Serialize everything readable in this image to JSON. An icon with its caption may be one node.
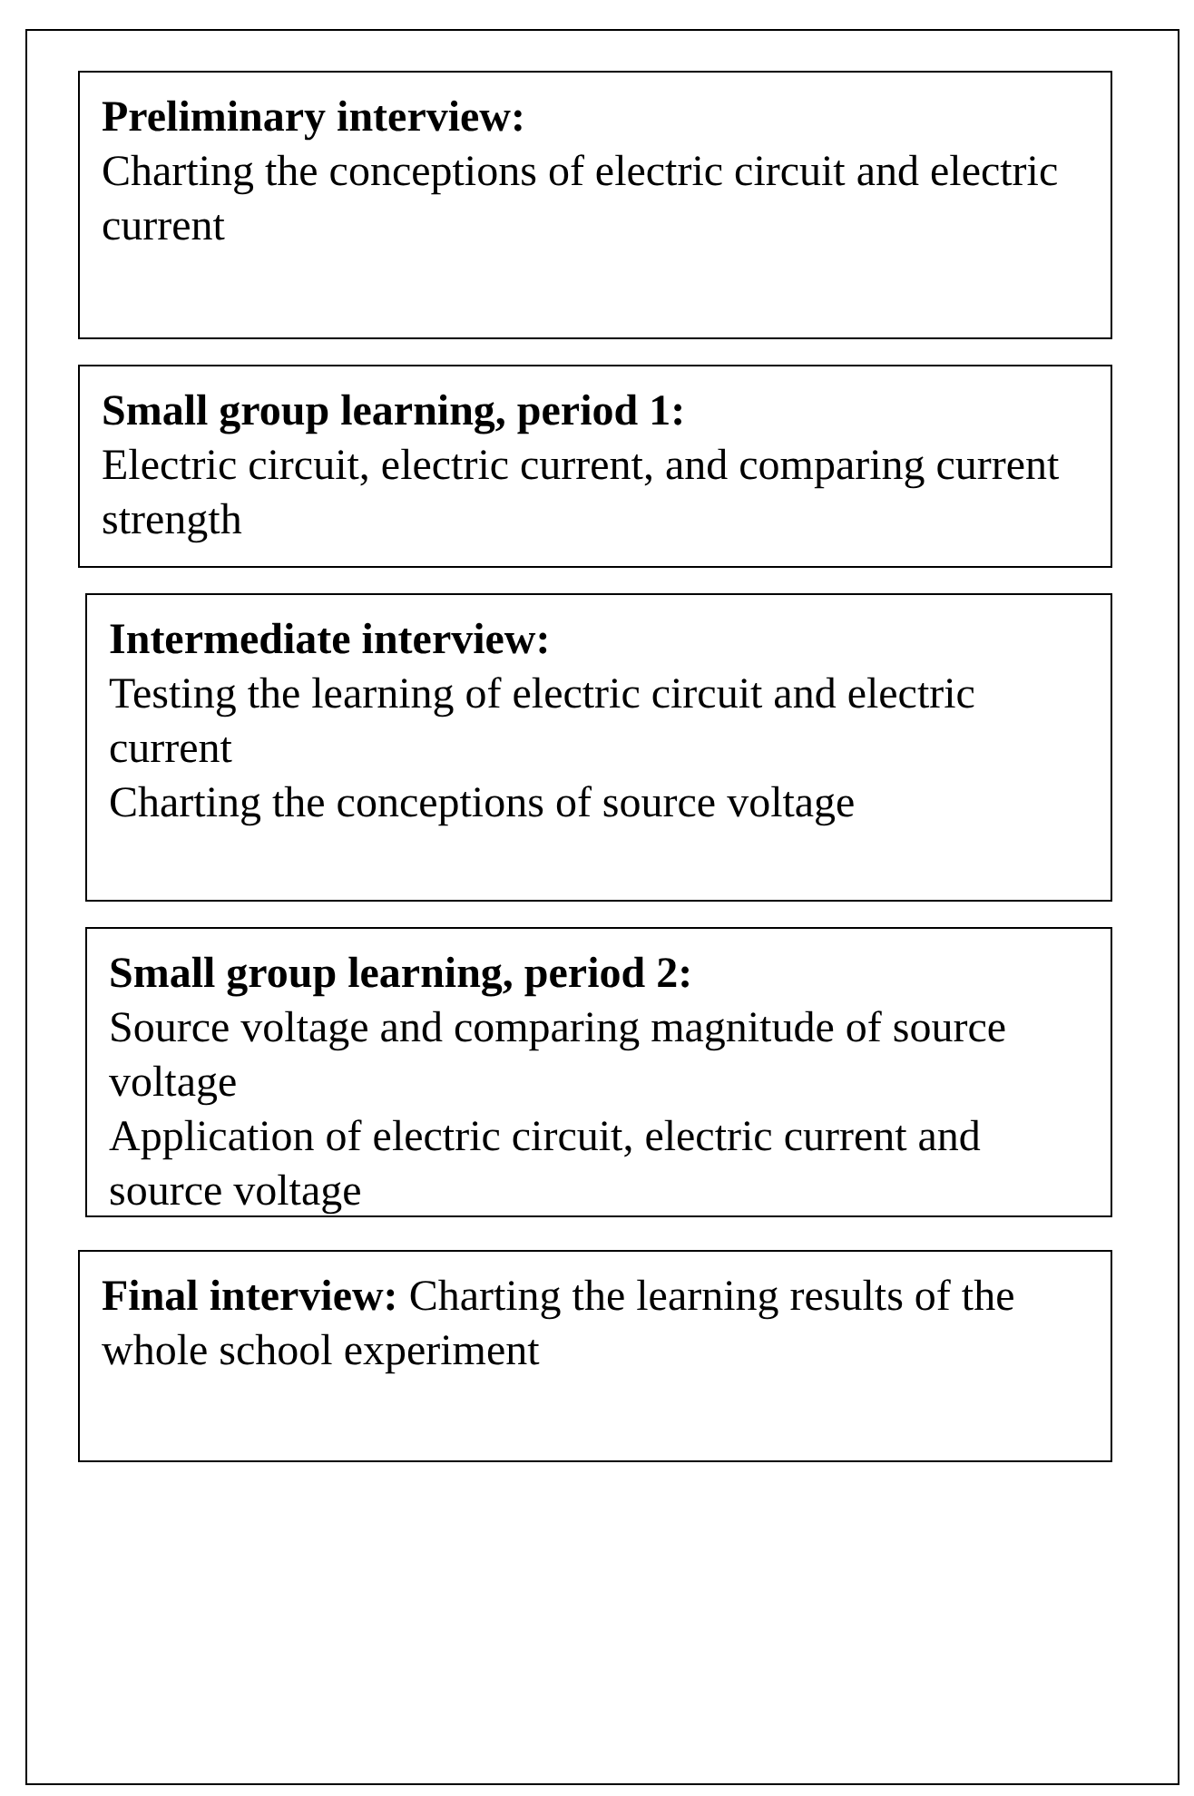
{
  "diagram": {
    "nodes": [
      {
        "text": [],
        "shape": "box"
      },
      {
        "text": [
          "Preliminary interview:",
          "Charting the conceptions of electric circuit and electric current"
        ],
        "in": 0
      },
      {
        "text": [
          "Small group learning, period 1:",
          "Electric circuit, electric current, and comparing current strength"
        ],
        "in": 0
      },
      {
        "text": [
          "Intermediate interview:",
          "Testing the learning of electric circuit and electric current",
          "Charting the conceptions of source voltage"
        ],
        "in": 0
      },
      {
        "text": [
          "Small group learning, period 2:",
          "Source voltage and comparing magnitude of source voltage",
          "Application of electric circuit, electric current and source voltage"
        ],
        "in": 0
      },
      {
        "text": [
          "Final interview:",
          "Charting the learning results of the whole school experiment"
        ],
        "in": 0
      }
    ]
  }
}
